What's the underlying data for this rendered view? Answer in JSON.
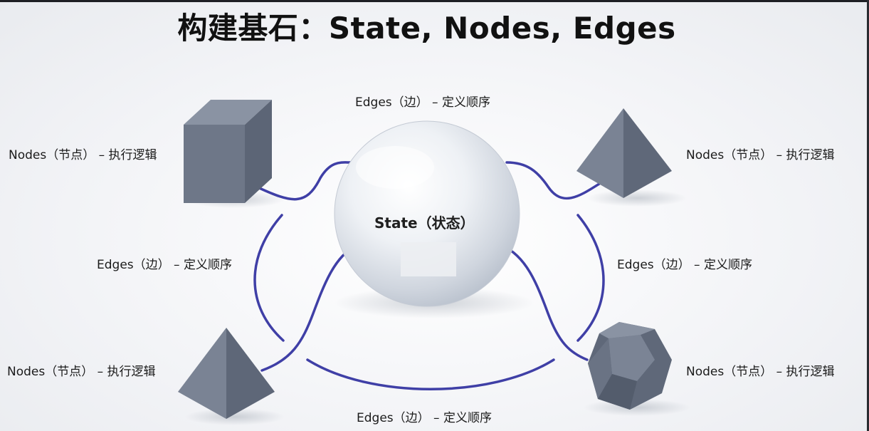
{
  "title": "构建基石：State, Nodes, Edges",
  "center": {
    "label": "State（状态）"
  },
  "edges": {
    "top": "Edges（边） – 定义顺序",
    "left": "Edges（边） – 定义顺序",
    "right": "Edges（边） – 定义顺序",
    "bottom": "Edges（边） – 定义顺序"
  },
  "nodes": {
    "top_left": "Nodes（节点） – 执行逻辑",
    "top_right": "Nodes（节点） – 执行逻辑",
    "bottom_left": "Nodes（节点） – 执行逻辑",
    "bottom_right": "Nodes（节点） – 执行逻辑"
  },
  "colors": {
    "edge_line": "#3f3fa6",
    "node_shape": "#6a7485",
    "sphere": "#dfe3ea"
  },
  "icons": {
    "top_left_node": "cube-icon",
    "top_right_node": "pyramid-icon",
    "bottom_left_node": "pyramid-icon",
    "bottom_right_node": "dodecahedron-icon",
    "center": "sphere-icon"
  }
}
